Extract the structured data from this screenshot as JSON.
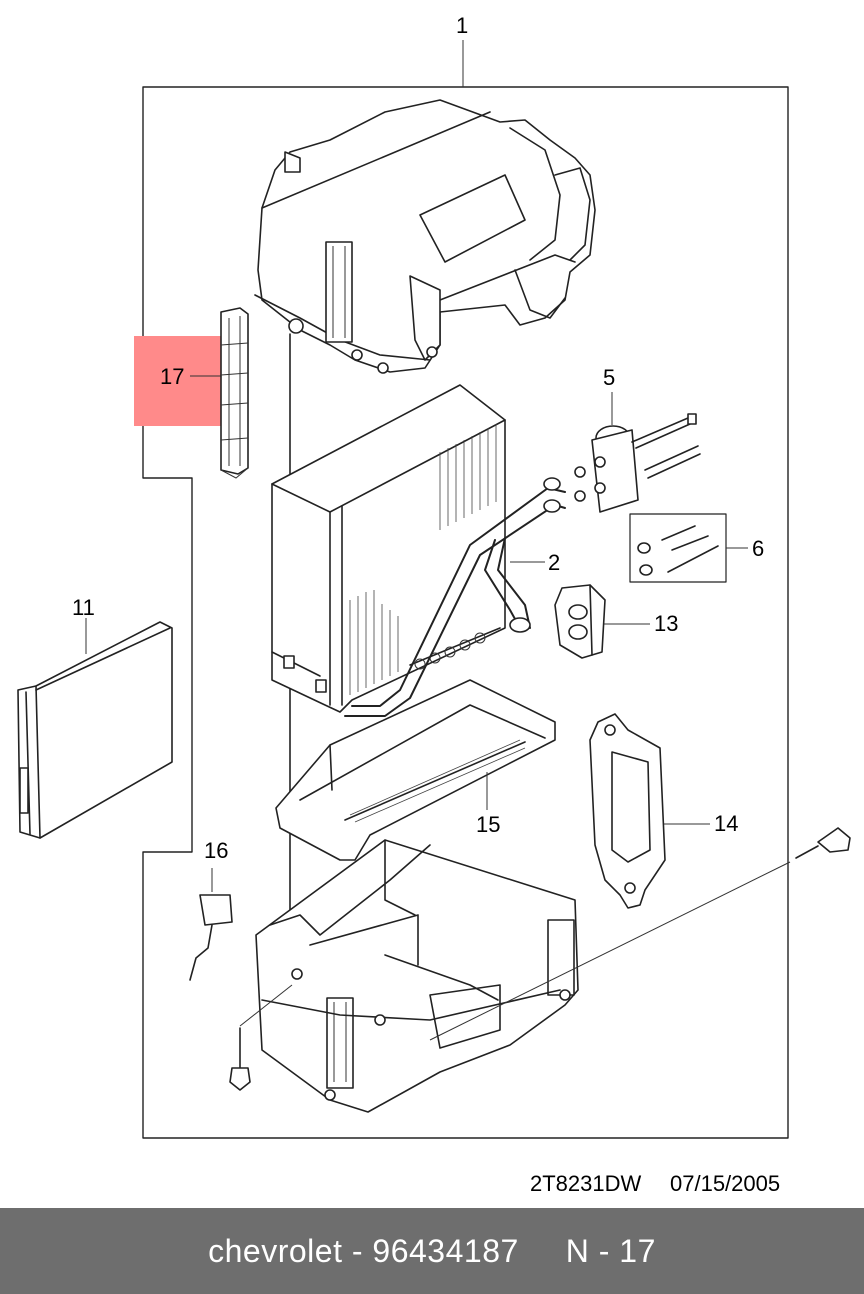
{
  "diagram": {
    "callouts": {
      "c1": "1",
      "c2": "2",
      "c5": "5",
      "c6": "6",
      "c11": "11",
      "c13": "13",
      "c14": "14",
      "c15": "15",
      "c16": "16",
      "c17": "17"
    },
    "highlight_color": "#ff8a8a",
    "drawing_code": "2T8231DW",
    "drawing_date": "07/15/2005"
  },
  "footer": {
    "brand": "chevrolet",
    "part_number": "96434187",
    "position": "N - 17",
    "background": "#6e6e6e"
  }
}
